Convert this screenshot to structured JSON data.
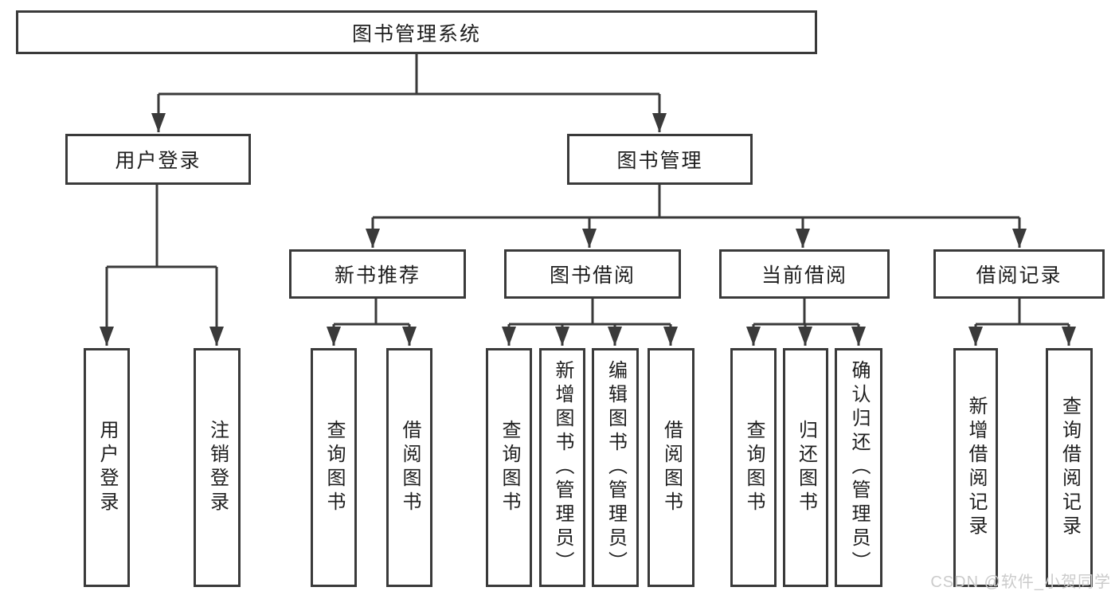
{
  "diagram_title": "图书管理系统",
  "watermark": "CSDN @软件_小贺同学",
  "colors": {
    "line": "#3a3a3a",
    "box_border": "#3a3a3a",
    "text": "#1e1e1e",
    "watermark": "#cbcbcb",
    "background": "#ffffff"
  },
  "tree": {
    "root": "图书管理系统",
    "user_login": {
      "label": "用户登录",
      "children": [
        "用户登录",
        "注销登录"
      ]
    },
    "book_mgmt": {
      "label": "图书管理",
      "sections": [
        {
          "label": "新书推荐",
          "children": [
            "查询图书",
            "借阅图书"
          ]
        },
        {
          "label": "图书借阅",
          "children": [
            "查询图书",
            "新增图书（管理员）",
            "编辑图书（管理员）",
            "借阅图书"
          ]
        },
        {
          "label": "当前借阅",
          "children": [
            "查询图书",
            "归还图书",
            "确认归还（管理员）"
          ]
        },
        {
          "label": "借阅记录",
          "children": [
            "新增借阅记录",
            "查询借阅记录"
          ]
        }
      ]
    }
  }
}
